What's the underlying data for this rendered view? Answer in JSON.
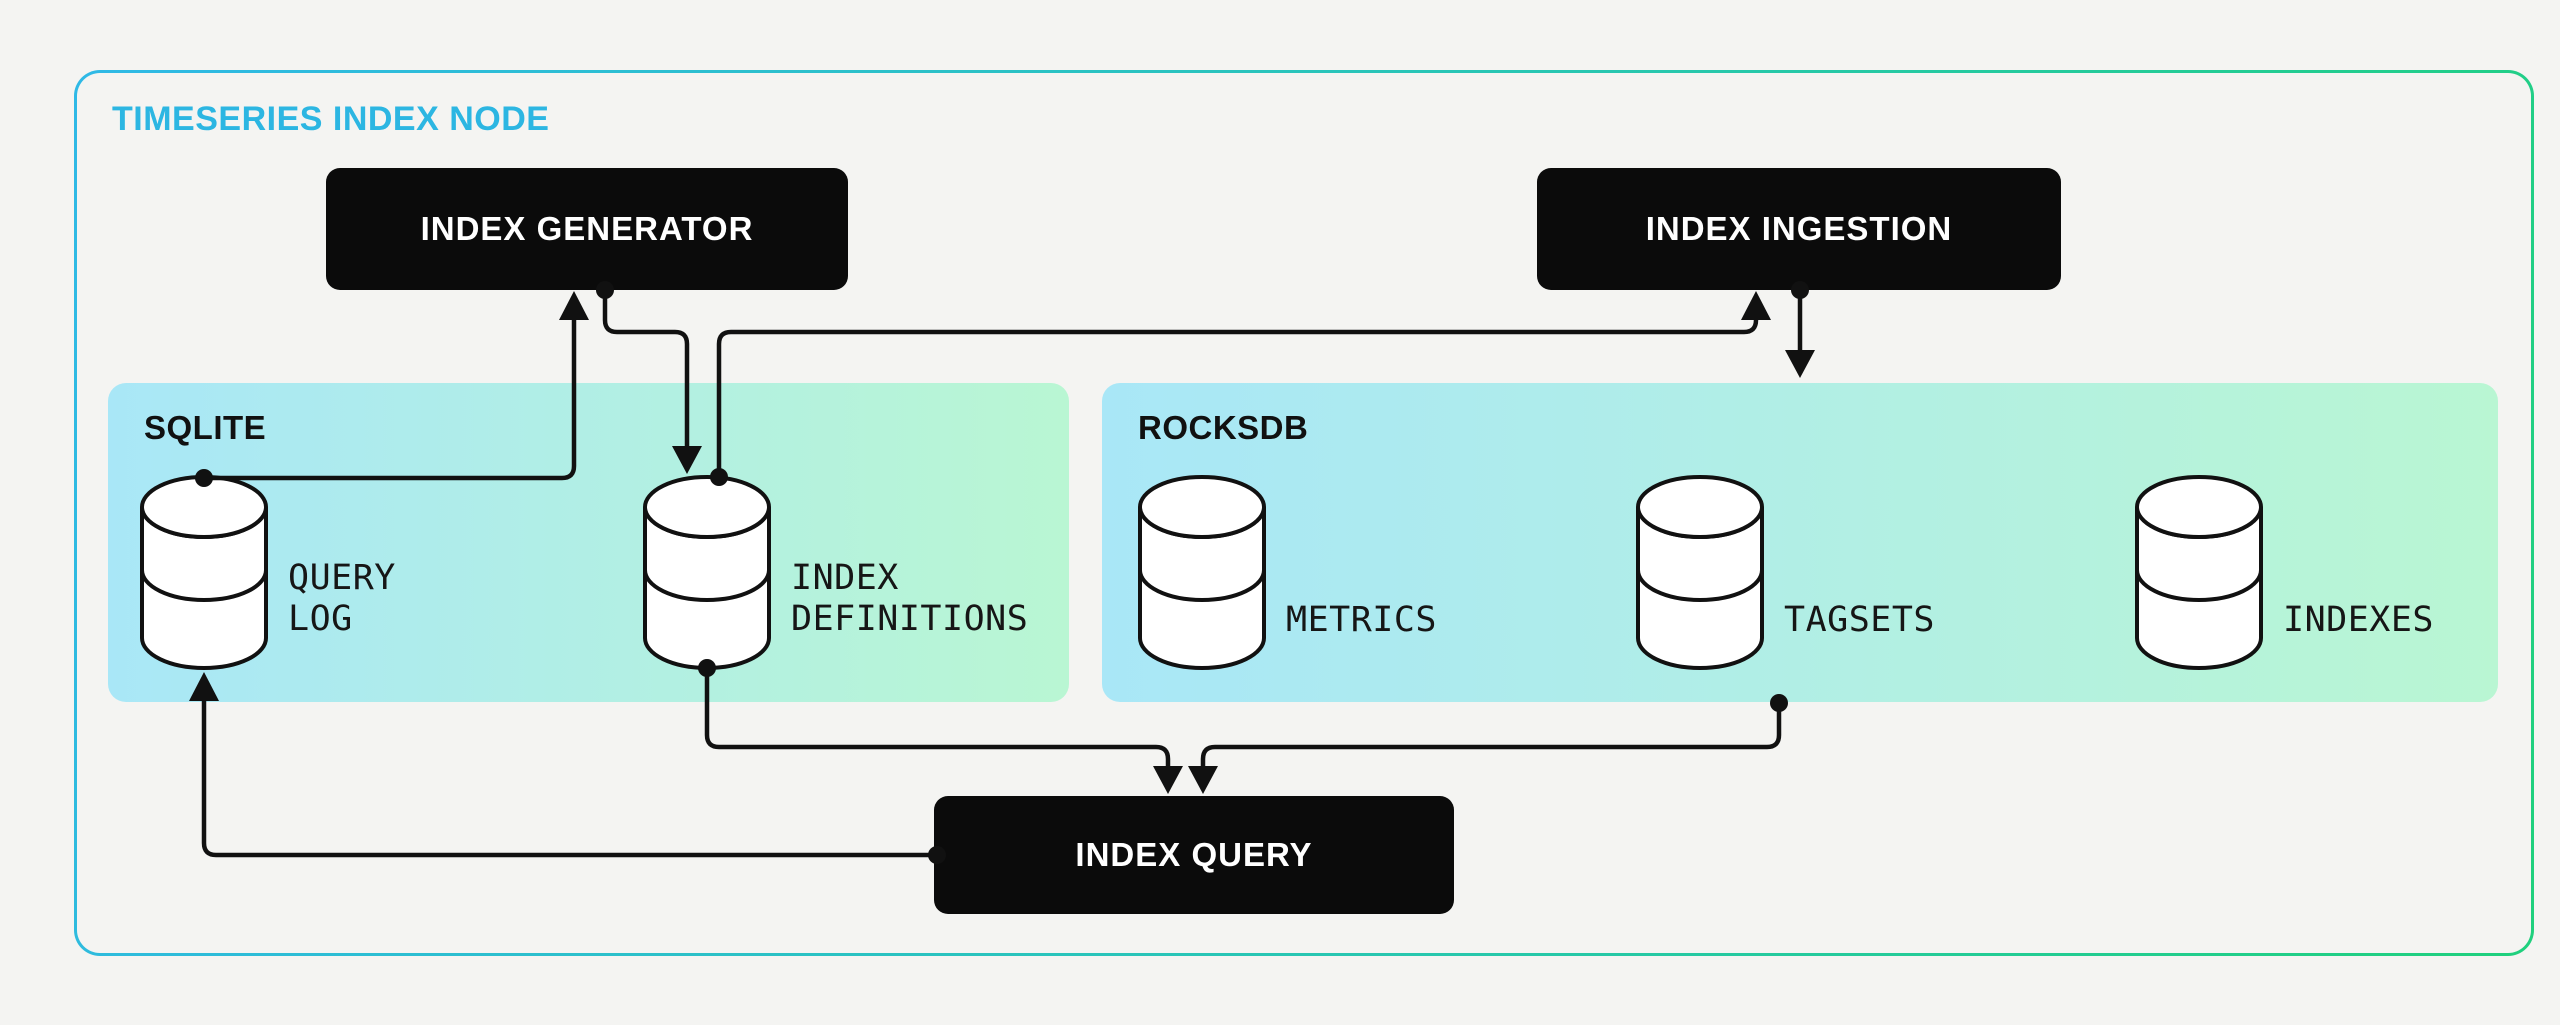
{
  "diagram": {
    "title": "TIMESERIES INDEX NODE",
    "nodes": {
      "index_generator": {
        "label": "INDEX GENERATOR"
      },
      "index_ingestion": {
        "label": "INDEX INGESTION"
      },
      "index_query": {
        "label": "INDEX QUERY"
      }
    },
    "groups": {
      "sqlite": {
        "label": "SQLITE",
        "stores": [
          {
            "id": "query-log",
            "label": "QUERY\nLOG",
            "icon": "database-cylinder-icon"
          },
          {
            "id": "index-definitions",
            "label": "INDEX\nDEFINITIONS",
            "icon": "database-cylinder-icon"
          }
        ]
      },
      "rocksdb": {
        "label": "ROCKSDB",
        "stores": [
          {
            "id": "metrics",
            "label": "METRICS",
            "icon": "database-cylinder-icon"
          },
          {
            "id": "tagsets",
            "label": "TAGSETS",
            "icon": "database-cylinder-icon"
          },
          {
            "id": "indexes",
            "label": "INDEXES",
            "icon": "database-cylinder-icon"
          }
        ]
      }
    },
    "edges": [
      {
        "from": "query-log",
        "to": "index-generator"
      },
      {
        "from": "index-generator",
        "to": "index-definitions"
      },
      {
        "from": "index-definitions",
        "to": "index-ingestion"
      },
      {
        "from": "index-ingestion",
        "to": "rocksdb-group"
      },
      {
        "from": "index-definitions",
        "to": "index-query"
      },
      {
        "from": "tagsets",
        "to": "index-query"
      },
      {
        "from": "index-query",
        "to": "query-log"
      }
    ],
    "colors": {
      "background": "#f4f4f2",
      "frame_gradient_start": "#2fb9e6",
      "frame_gradient_end": "#1fd07d",
      "title": "#2cb6e2",
      "panel_gradient_start": "#a9e7f7",
      "panel_gradient_end": "#b9f6d3",
      "node_background": "#0b0b0b",
      "node_text": "#ffffff",
      "wire": "#111111"
    }
  }
}
